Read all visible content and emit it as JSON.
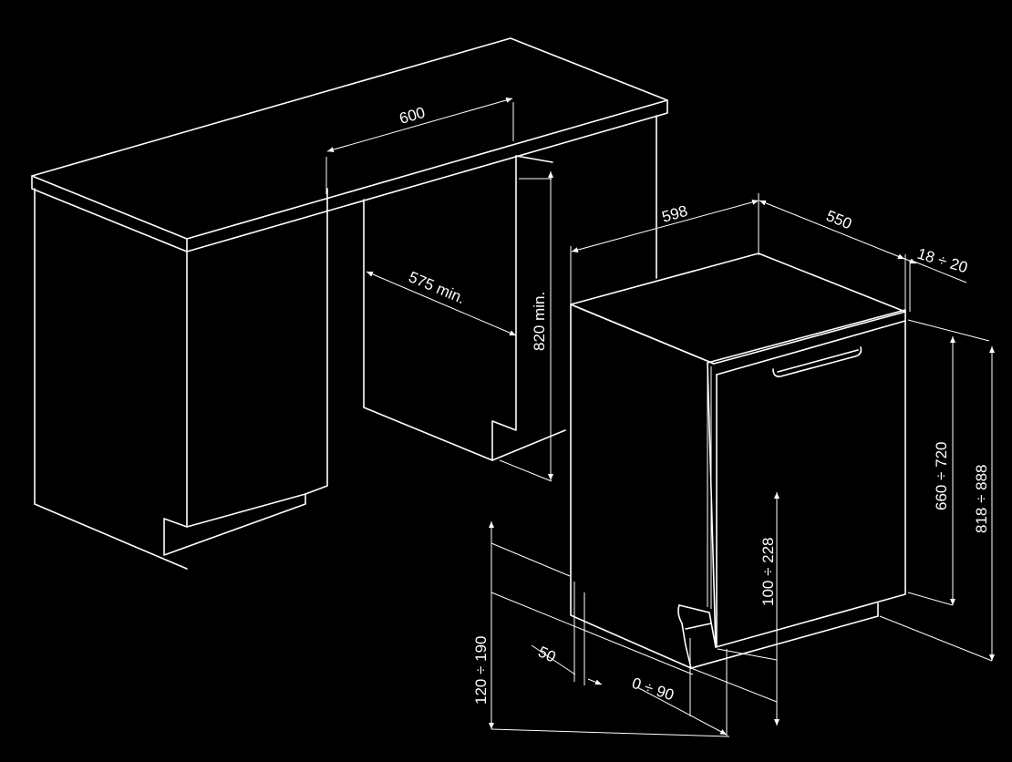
{
  "colors": {
    "background": "#000000",
    "line": "#ffffff"
  },
  "dimensions": {
    "niche_width": "600",
    "niche_depth": "575 min.",
    "niche_height": "820 min.",
    "appliance_width": "598",
    "appliance_depth": "550",
    "door_gap": "18 ÷ 20",
    "door_height": "660 ÷ 720",
    "total_height": "818 ÷ 888",
    "plinth_door_range": "100 ÷ 228",
    "plinth_height": "120 ÷ 190",
    "plinth_setback": "50",
    "plinth_offset": "0 ÷ 90"
  }
}
